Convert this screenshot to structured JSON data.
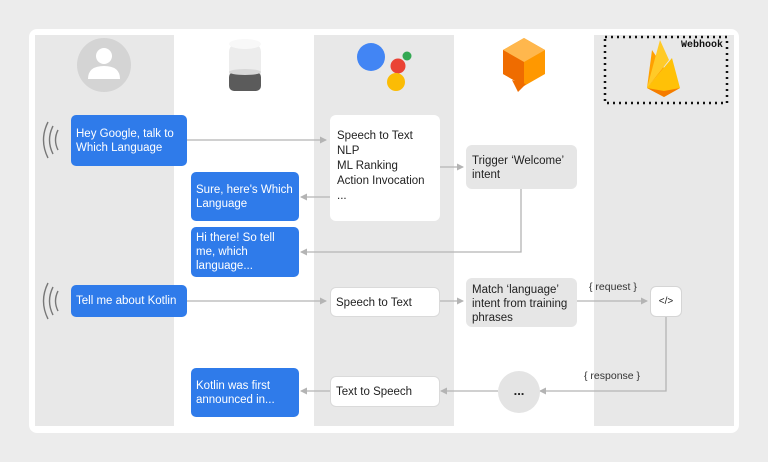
{
  "lanes": {
    "webhook_label": "Webhook"
  },
  "icons": {
    "user": "user-avatar-icon",
    "speaker": "google-home-speaker-icon",
    "assistant": "google-assistant-icon",
    "dialogflow": "dialogflow-icon",
    "firebase": "firebase-icon",
    "sound": "sound-waves-icon",
    "code": "code-brackets-icon"
  },
  "messages": {
    "user_invoke": "Hey Google, talk to Which Language",
    "assistant_intro": "Sure, here's Which Language",
    "welcome_response": "Hi there! So tell me, which language...",
    "user_question": "Tell me about Kotlin",
    "final_answer": "Kotlin was first announced in..."
  },
  "assistant_processing": {
    "items": [
      "Speech to Text",
      "NLP",
      "ML Ranking",
      "Action Invocation",
      "..."
    ]
  },
  "steps": {
    "speech_to_text": "Speech to Text",
    "text_to_speech": "Text to Speech",
    "trigger_welcome": "Trigger ‘Welcome’ intent",
    "match_language": "Match ‘language’ intent from training phrases",
    "ellipsis": "...",
    "code_symbol": "</>"
  },
  "annotations": {
    "request": "{ request }",
    "response": "{ response }"
  },
  "colors": {
    "bubble_blue": "#2f7bea",
    "lane_gray": "#e8e8e8",
    "arrow_gray": "#b4b4b4",
    "assistant_blue": "#4285f4",
    "assistant_red": "#ea4335",
    "assistant_yellow": "#fbbc05",
    "assistant_green": "#34a853",
    "dialogflow_orange": "#ff9800",
    "firebase_yellow": "#ffca28"
  }
}
